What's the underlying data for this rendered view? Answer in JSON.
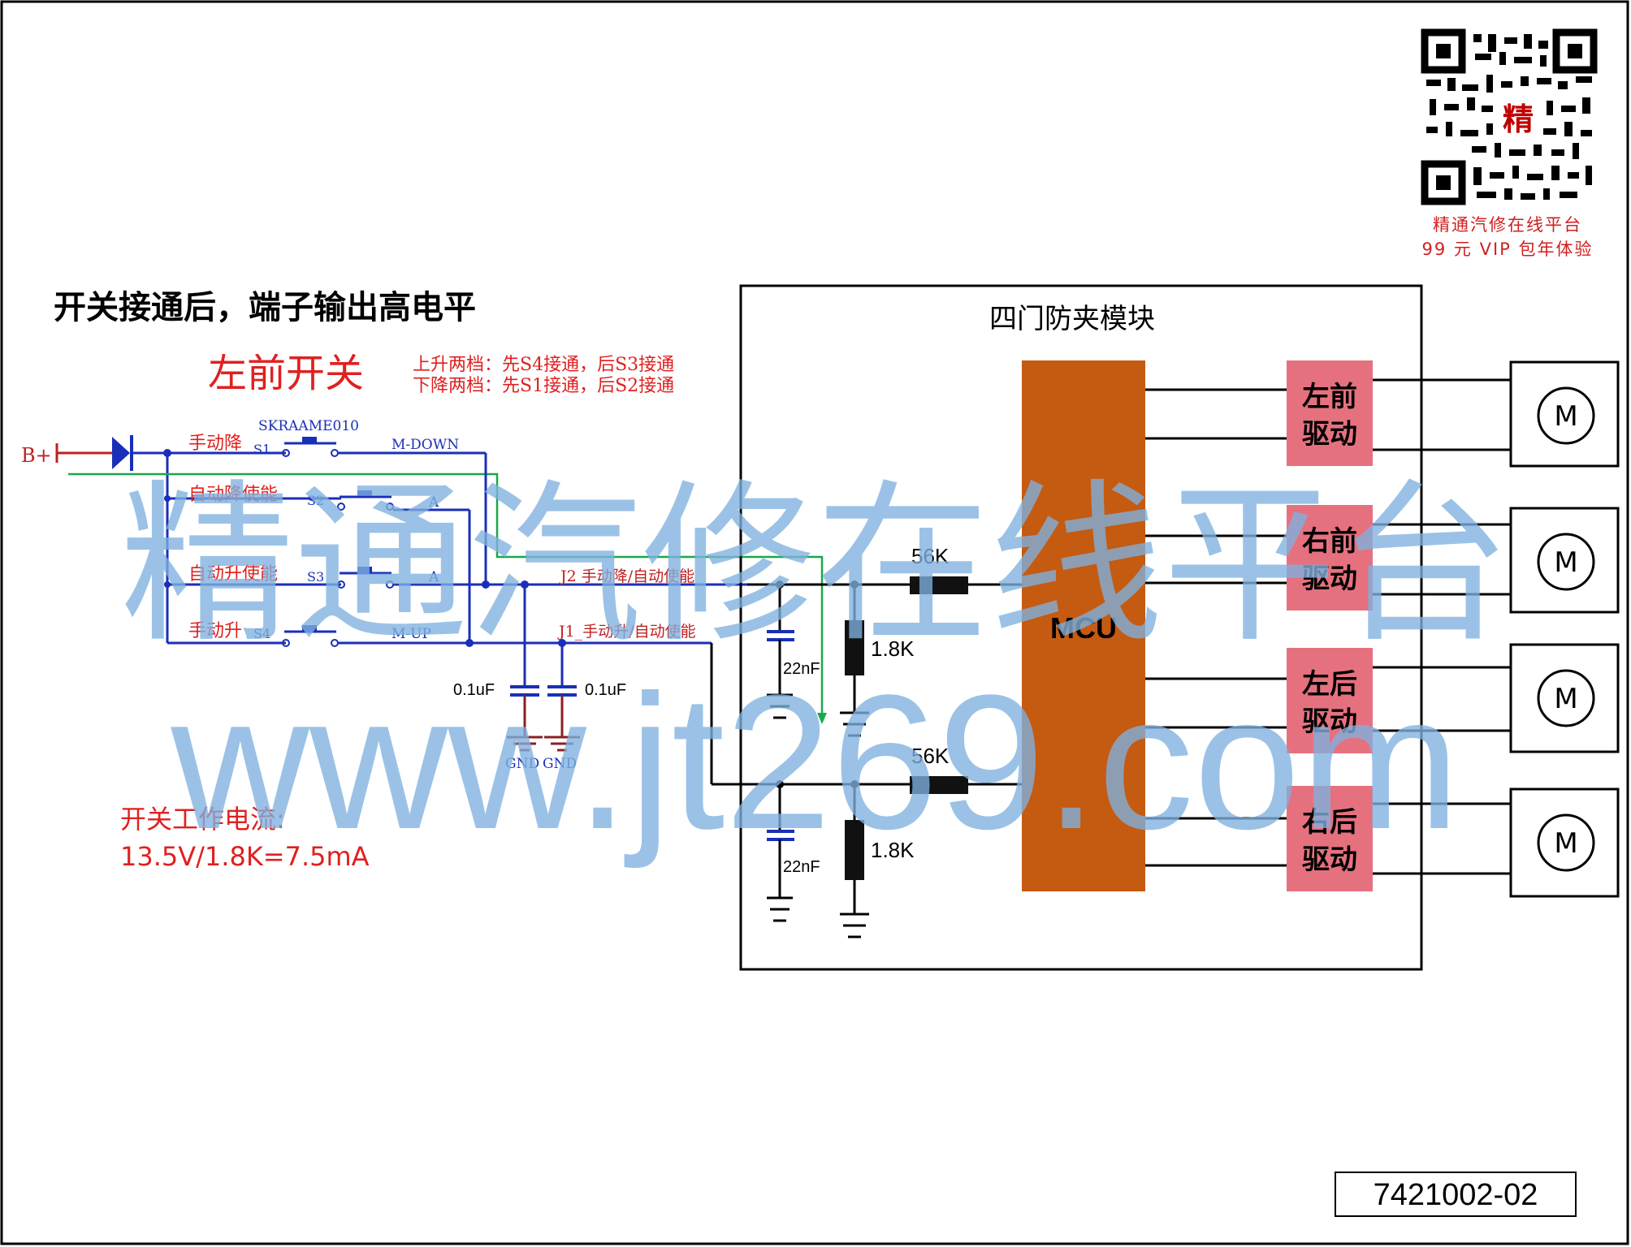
{
  "header": {
    "title": "开关接通后，端子输出高电平"
  },
  "switch_panel": {
    "title": "左前开关",
    "note_line1": "上升两档：先S4接通，后S3接通",
    "note_line2": "下降两档：先S1接通，后S2接通",
    "bplus_label": "B+",
    "part_number": "SKRAAME010",
    "s1_name": "手动降",
    "s1_tag": "S1",
    "s1_net": "M-DOWN",
    "s2_name": "自动降使能",
    "s2_tag": "S2",
    "s2_net": "A",
    "s3_name": "自动升使能",
    "s3_tag": "S3",
    "s3_net": "A",
    "s4_name": "手动升",
    "s4_tag": "S4",
    "s4_net": "M-UP",
    "j2_label": "J2 手动降/自动使能",
    "j1_label": "J1_手动升/自动使能",
    "cap1_label": "0.1uF",
    "cap2_label": "0.1uF",
    "gnd1_label": "GND",
    "gnd2_label": "GND"
  },
  "current_note": {
    "line1": "开关工作电流:",
    "line2": "13.5V/1.8K=7.5mA"
  },
  "module": {
    "title": "四门防夹模块",
    "mcu_label": "MCU",
    "r_top_upper": "56K",
    "r_top_lower": "1.8K",
    "c_top": "22nF",
    "r_bot_upper": "56K",
    "r_bot_lower": "1.8K",
    "c_bot": "22nF",
    "drivers": [
      {
        "line1": "左前",
        "line2": "驱动"
      },
      {
        "line1": "右前",
        "line2": "驱动"
      },
      {
        "line1": "左后",
        "line2": "驱动"
      },
      {
        "line1": "右后",
        "line2": "驱动"
      }
    ],
    "motor_label": "M"
  },
  "brand": {
    "qr_center": "精",
    "line1": "精通汽修在线平台",
    "line2": "99 元 VIP 包年体验"
  },
  "watermark": {
    "line1": "精通汽修在线平台",
    "line2": "www.jt269.com"
  },
  "figure_id": "7421002-02",
  "colors": {
    "switch_blue": "#1a2fb8",
    "label_red": "#e02020",
    "mcu_orange": "#c55a11",
    "driver_pink": "#e6717e",
    "watermark_blue": "#7fb2e0",
    "green_wire": "#1aa84a"
  }
}
